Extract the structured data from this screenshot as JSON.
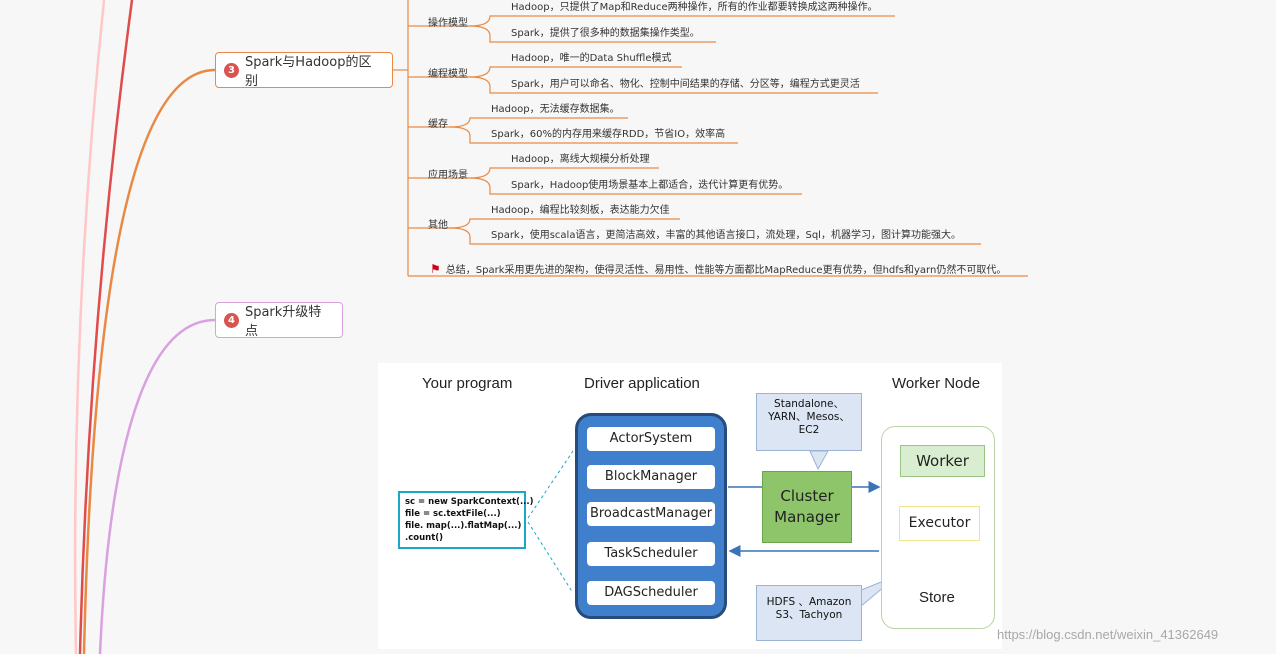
{
  "topics": [
    {
      "num": "3",
      "label": "Spark与Hadoop的区别"
    },
    {
      "num": "4",
      "label": "Spark升级特点"
    }
  ],
  "categories": [
    {
      "label": "操作模型",
      "items": [
        "Hadoop，只提供了Map和Reduce两种操作，所有的作业都要转换成这两种操作。",
        "Spark，提供了很多种的数据集操作类型。"
      ]
    },
    {
      "label": "编程模型",
      "items": [
        "Hadoop，唯一的Data Shuffle模式",
        "Spark，用户可以命名、物化、控制中间结果的存储、分区等，编程方式更灵活"
      ]
    },
    {
      "label": "缓存",
      "items": [
        "Hadoop，无法缓存数据集。",
        "Spark，60%的内存用来缓存RDD，节省IO，效率高"
      ]
    },
    {
      "label": "应用场景",
      "items": [
        "Hadoop，离线大规模分析处理",
        "Spark，Hadoop使用场景基本上都适合，迭代计算更有优势。"
      ]
    },
    {
      "label": "其他",
      "items": [
        "Hadoop，编程比较刻板，表达能力欠佳",
        "Spark，使用scala语言，更简洁高效，丰富的其他语言接口，流处理，Sql，机器学习，图计算功能强大。"
      ]
    }
  ],
  "summary": "总结，Spark采用更先进的架构，使得灵活性、易用性、性能等方面都比MapReduce更有优势，但hdfs和yarn仍然不可取代。",
  "figure": {
    "title_program": "Your program",
    "title_driver": "Driver application",
    "title_worker_node": "Worker Node",
    "code_lines": [
      "sc = new SparkContext(...)",
      "file = sc.textFile(...)",
      "file. map(...).flatMap(...)",
      ".count()"
    ],
    "driver_components": [
      "ActorSystem",
      "BlockManager",
      "BroadcastManager",
      "TaskScheduler",
      "DAGScheduler"
    ],
    "cluster_manager": "Cluster Manager",
    "callout_top": [
      "Standalone、",
      "YARN、Mesos、",
      "EC2"
    ],
    "callout_bottom": [
      "HDFS 、Amazon",
      "S3、Tachyon"
    ],
    "worker": "Worker",
    "executor": "Executor",
    "store": "Store"
  },
  "watermark": "https://blog.csdn.net/weixin_41362649",
  "colors": {
    "orange": "#e98a44",
    "red": "#d9534f",
    "pink": "#d9a1df",
    "driver_blue": "#3f7fcc",
    "cluster_green": "#8ec56a"
  }
}
